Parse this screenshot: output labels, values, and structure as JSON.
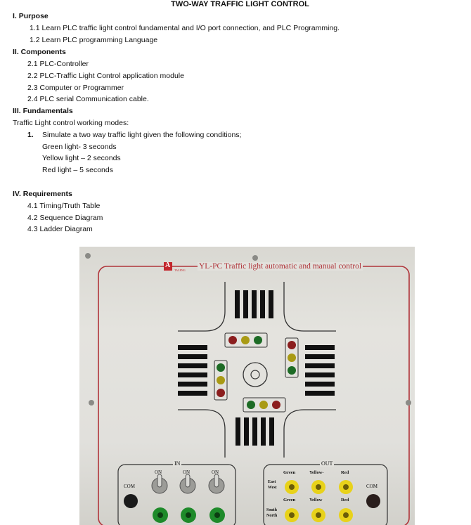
{
  "title": "TWO-WAY TRAFFIC LIGHT CONTROL",
  "purpose": {
    "heading": "I. Purpose",
    "items": [
      "1.1 Learn PLC traffic light control fundamental and I/O port connection, and PLC Programming.",
      "1.2 Learn PLC programming Language"
    ]
  },
  "components": {
    "heading": "II. Components",
    "items": [
      "2.1 PLC-Controller",
      "2.2 PLC-Traffic Light Control application module",
      "2.3 Computer or Programmer",
      "2.4 PLC serial Communication cable."
    ]
  },
  "fundamentals": {
    "heading": "III. Fundamentals",
    "intro": "Traffic Light control working modes:",
    "mode_number": "1.",
    "mode_text": "Simulate a two way traffic light given the following conditions;",
    "conditions": [
      "Green light- 3 seconds",
      "Yellow light – 2 seconds",
      "Red light – 5 seconds"
    ]
  },
  "requirements": {
    "heading": "IV. Requirements",
    "items": [
      "4.1 Timing/Truth Table",
      "4.2 Sequence Diagram",
      "4.3 Ladder Diagram"
    ]
  },
  "photo": {
    "logo_letter": "A",
    "logo_small": "TALENG",
    "panel_title": "YL-PC Traffic light automatic and manual control",
    "in_label": "IN",
    "switch_labels": [
      "ON",
      "ON",
      "ON"
    ],
    "com_left": "COM",
    "out_label": "OUT",
    "out_cols_top": [
      "Green",
      "Yellow-",
      "Red"
    ],
    "out_cols_bottom": [
      "Green",
      "Yellow",
      "Red"
    ],
    "row_east_west": [
      "East",
      "West"
    ],
    "row_south_north": [
      "South",
      "North"
    ],
    "com_right": "COM",
    "colors": {
      "panel_line": "#b0343a",
      "green_jack": "#1e8a2a",
      "yellow_jack": "#e8d21a",
      "black_jack": "#1a1a1a"
    }
  }
}
